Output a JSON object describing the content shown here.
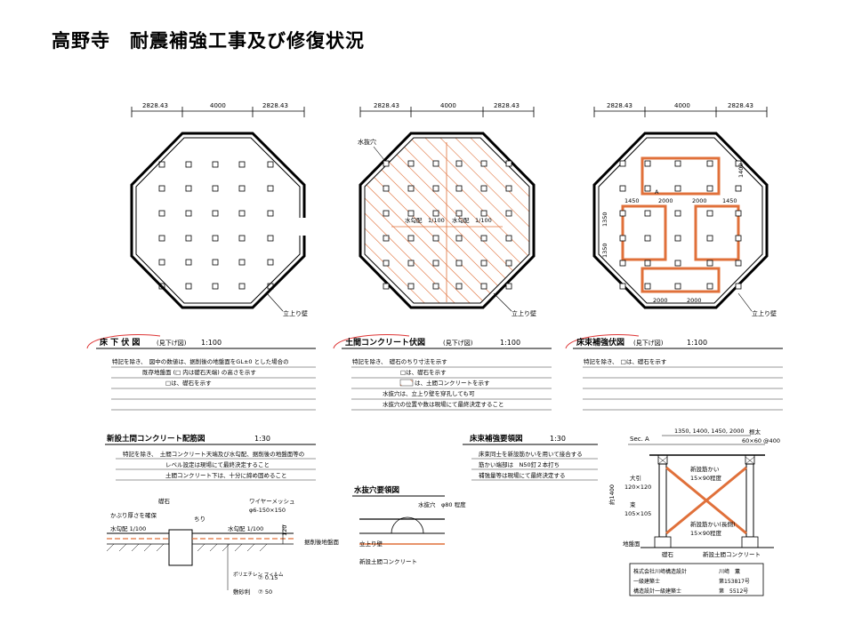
{
  "title": "高野寺　耐震補強工事及び修復状況",
  "dims": {
    "a": "2828.43",
    "b": "4000",
    "c": "2828.43"
  },
  "plan1": {
    "wall_label": "立上り壁",
    "heading": "床 下 伏 図",
    "sub": "(見下げ図)",
    "scale": "1:100",
    "notes": [
      "特記を除き、　図中の数値は、据削後の地盤面をGL±0 とした場合の",
      "既存地盤面 (□ 内は礎石天端) の高さを示す",
      "□は、礎石を示す"
    ]
  },
  "plan2": {
    "hole_label": "水抜穴",
    "slope_left": "水勾配　1/100",
    "slope_right": "水勾配　1/100",
    "wall_label": "立上り壁",
    "heading": "土間コンクリート伏図",
    "sub": "(見下げ図)",
    "scale": "1:100",
    "notes": [
      "特記を除き、　礎石のちり寸法を示す",
      "□は、礎石を示す",
      "は、土間コンクリートを示す",
      "水抜穴は、立上り壁を穿孔しても可",
      "水抜穴の位置や数は現場にて最終決定すること"
    ]
  },
  "plan3": {
    "dims_h": [
      "1450",
      "2000",
      "2000",
      "1450"
    ],
    "dims_v": [
      "1400",
      "1350",
      "1350"
    ],
    "dims_bottom": [
      "2000",
      "2000"
    ],
    "sec_label": "A",
    "wall_label": "立上り壁",
    "heading": "床束補強伏図",
    "sub": "(見下げ図)",
    "scale": "1:100",
    "notes": [
      "特記を除き、　□は、礎石を示す"
    ]
  },
  "rebar": {
    "heading": "新設土間コンクリート配筋図",
    "scale": "1:30",
    "notes": [
      "特記を除き、　土間コンクリート天端及び水勾配、据削後の地盤面等の",
      "レベル設定は現場にて最終決定すること",
      "土間コンクリート下は、十分に締め固めること"
    ],
    "labels": {
      "stone": "礎石",
      "cover": "かぶり厚さを確保",
      "slope1": "水勾配 1/100",
      "chiri": "ちり",
      "mesh": "ワイヤーメッシュ",
      "mesh_spec": "φ6-150×150",
      "slope2": "水勾配 1/100",
      "thick": "120",
      "ground": "据削後地盤面",
      "poly": "ポリエチレン\nフィルム",
      "poly_t": "⑦ 0.15",
      "gravel": "敷砂利",
      "gravel_t": "⑦ 50"
    }
  },
  "hole": {
    "heading": "水抜穴要領図",
    "hole_label": "水抜穴　φ80 程度",
    "wall_label": "立上り壁",
    "conc_label": "新設土間コンクリート"
  },
  "reinf": {
    "heading": "床束補強要領図",
    "scale": "1:30",
    "notes": [
      "床束同士を新設筋かいを用いて接合する",
      "筋かい端部は　N50釘２本打ち",
      "補強量等は現場にて最終決定する"
    ]
  },
  "section": {
    "sec_label": "Sec. A",
    "top_dims": "1350, 1400, 1450, 2000",
    "neta": "根太",
    "neta_spec": "60×60 @400",
    "brace": "新設筋かい",
    "brace_spec": "15×90程度",
    "obiki": "大引",
    "obiki_spec": "120×120",
    "tsuka": "束",
    "tsuka_spec": "105×105",
    "height": "約1400",
    "brace2": "新設筋かい(長側)",
    "brace2_spec": "15×90程度",
    "ground": "地盤面",
    "stone": "礎石",
    "conc": "新設土間コンクリート"
  },
  "stamp": {
    "company": "株式会社川﨑構造設計",
    "name": "川﨑　薫",
    "r1": "一級建築士",
    "r1n": "第153817号",
    "r2": "構造設計一級建築士",
    "r2n": "第　5512号"
  }
}
